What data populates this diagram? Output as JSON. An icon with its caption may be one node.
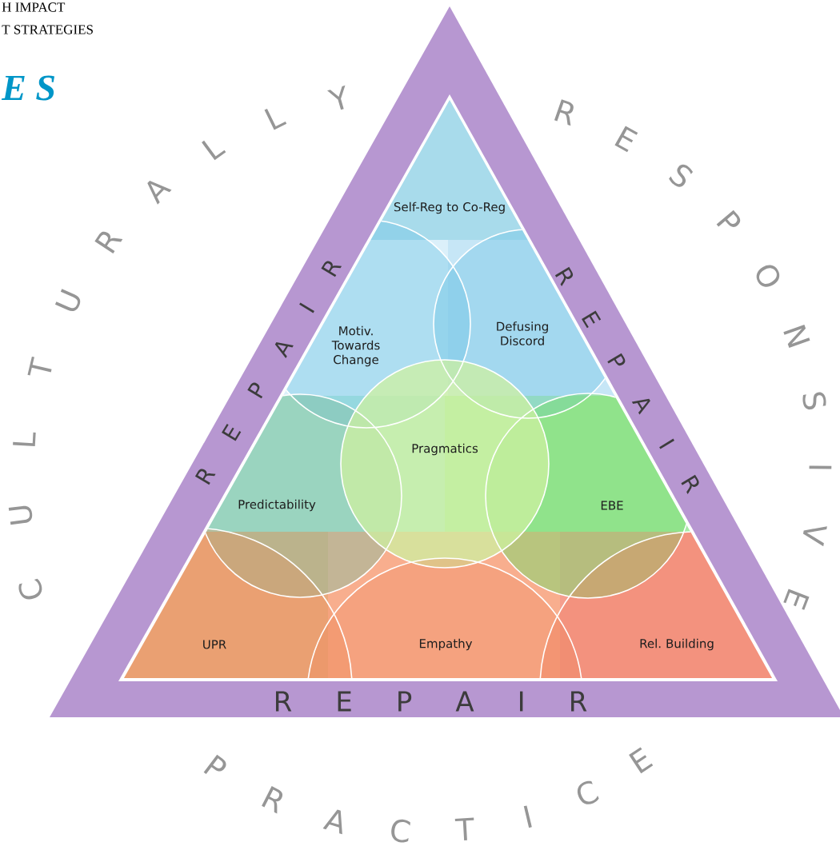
{
  "diagram": {
    "nodes": [
      {
        "text": [
          "Self-Reg to Co-Reg"
        ]
      },
      {
        "text": [
          "Motiv. Towards Change"
        ]
      },
      {
        "text": [
          "Defusing Discord"
        ]
      },
      {
        "text": [
          "Pragmatics"
        ]
      },
      {
        "text": [
          "Predictability"
        ]
      },
      {
        "text": [
          "EBE"
        ]
      },
      {
        "text": [
          "UPR"
        ]
      },
      {
        "text": [
          "Empathy"
        ]
      },
      {
        "text": [
          "Rel. Building"
        ]
      }
    ],
    "labels": [
      "H IMPACT",
      "T STRATEGIES",
      "E S",
      "CULTURALLY",
      "RESPONSIVE",
      "R E P A I R",
      "R E P A I R",
      "R E P A I R",
      "PRACTICE"
    ]
  }
}
